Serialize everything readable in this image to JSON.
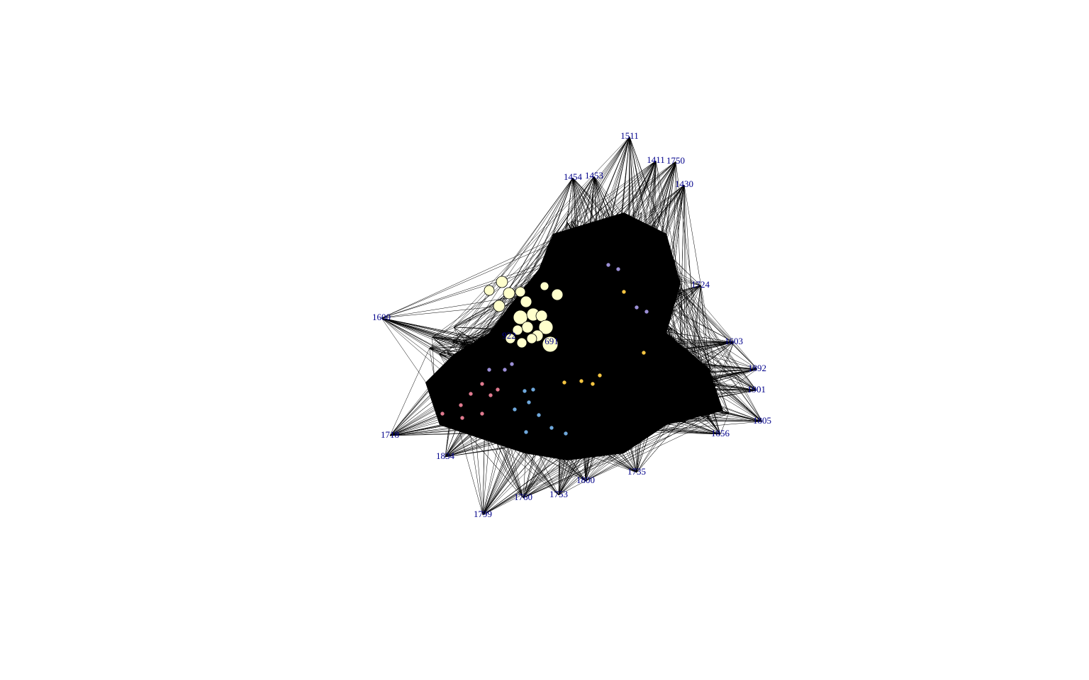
{
  "colors": {
    "background": "#ffffff",
    "edge": "#000000",
    "label": "#00008b",
    "node_outline": "#000000",
    "core_fill": "#000000",
    "cluster_yellow": "#ffffcc",
    "cluster_pink": "#e07a8f",
    "cluster_blue": "#6fa8dc",
    "cluster_purple": "#9b8fd6",
    "cluster_gold": "#f4c542"
  },
  "labels": [
    "1511",
    "1411",
    "1750",
    "1454",
    "1453",
    "1430",
    "1724",
    "1603",
    "1892",
    "1901",
    "1805",
    "1856",
    "1735",
    "1800",
    "1753",
    "1760",
    "1799",
    "1834",
    "1718",
    "1600",
    "691",
    "922"
  ],
  "nodes": [
    {
      "label": "1511",
      "cluster": "periphery"
    },
    {
      "label": "1411",
      "cluster": "periphery"
    },
    {
      "label": "1750",
      "cluster": "periphery"
    },
    {
      "label": "1454",
      "cluster": "periphery"
    },
    {
      "label": "1453",
      "cluster": "periphery"
    },
    {
      "label": "1430",
      "cluster": "periphery"
    },
    {
      "label": "1724",
      "cluster": "periphery"
    },
    {
      "label": "1603",
      "cluster": "periphery"
    },
    {
      "label": "1892",
      "cluster": "periphery"
    },
    {
      "label": "1901",
      "cluster": "periphery"
    },
    {
      "label": "1805",
      "cluster": "periphery"
    },
    {
      "label": "1856",
      "cluster": "periphery"
    },
    {
      "label": "1735",
      "cluster": "periphery"
    },
    {
      "label": "1800",
      "cluster": "periphery"
    },
    {
      "label": "1753",
      "cluster": "periphery"
    },
    {
      "label": "1760",
      "cluster": "periphery"
    },
    {
      "label": "1799",
      "cluster": "periphery"
    },
    {
      "label": "1834",
      "cluster": "periphery"
    },
    {
      "label": "1718",
      "cluster": "periphery"
    },
    {
      "label": "1600",
      "cluster": "periphery"
    },
    {
      "label": "691",
      "cluster": "yellow"
    },
    {
      "label": "922",
      "cluster": "yellow"
    }
  ]
}
